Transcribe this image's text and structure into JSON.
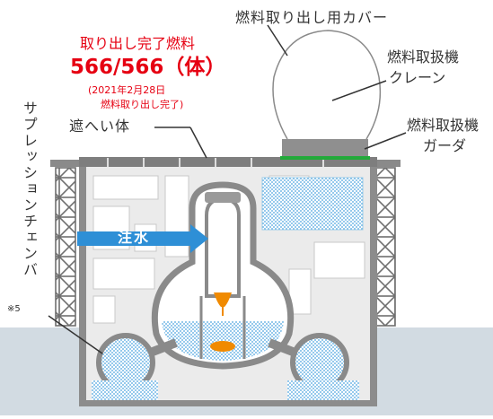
{
  "labels": {
    "cover": "燃料取り出し用カバー",
    "removed_title": "取り出し完了燃料",
    "removed_count": "566/566（体）",
    "removed_date": "(2021年2月28日",
    "removed_done": "燃料取り出し完了)",
    "shield": "遮へい体",
    "fhm_line1": "燃料取扱機",
    "fhm_line2": "クレーン",
    "girder_line1": "燃料取扱機",
    "girder_line2": "ガーダ",
    "suppression": "サプレッションチェンバ",
    "note": "※5",
    "water_injection": "注水"
  },
  "colors": {
    "accent_red": "#e60012",
    "water_blue": "#2e8fd6",
    "girder_green": "#22aa3a",
    "debris_orange": "#f08a00",
    "ground_gray": "#d2dbe2"
  }
}
